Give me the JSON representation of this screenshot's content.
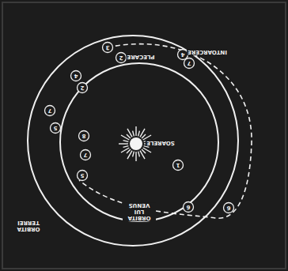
{
  "diagram": {
    "labels": [
      "SOARELE",
      "ORBITA LUI VENUS",
      "ORBITA TERREI",
      "PLECARE",
      "INTOARCERE",
      "3",
      "2",
      "4",
      "7",
      "4",
      "2",
      "7",
      "5",
      "8",
      "7",
      "5",
      "1",
      "6",
      "6"
    ]
  }
}
